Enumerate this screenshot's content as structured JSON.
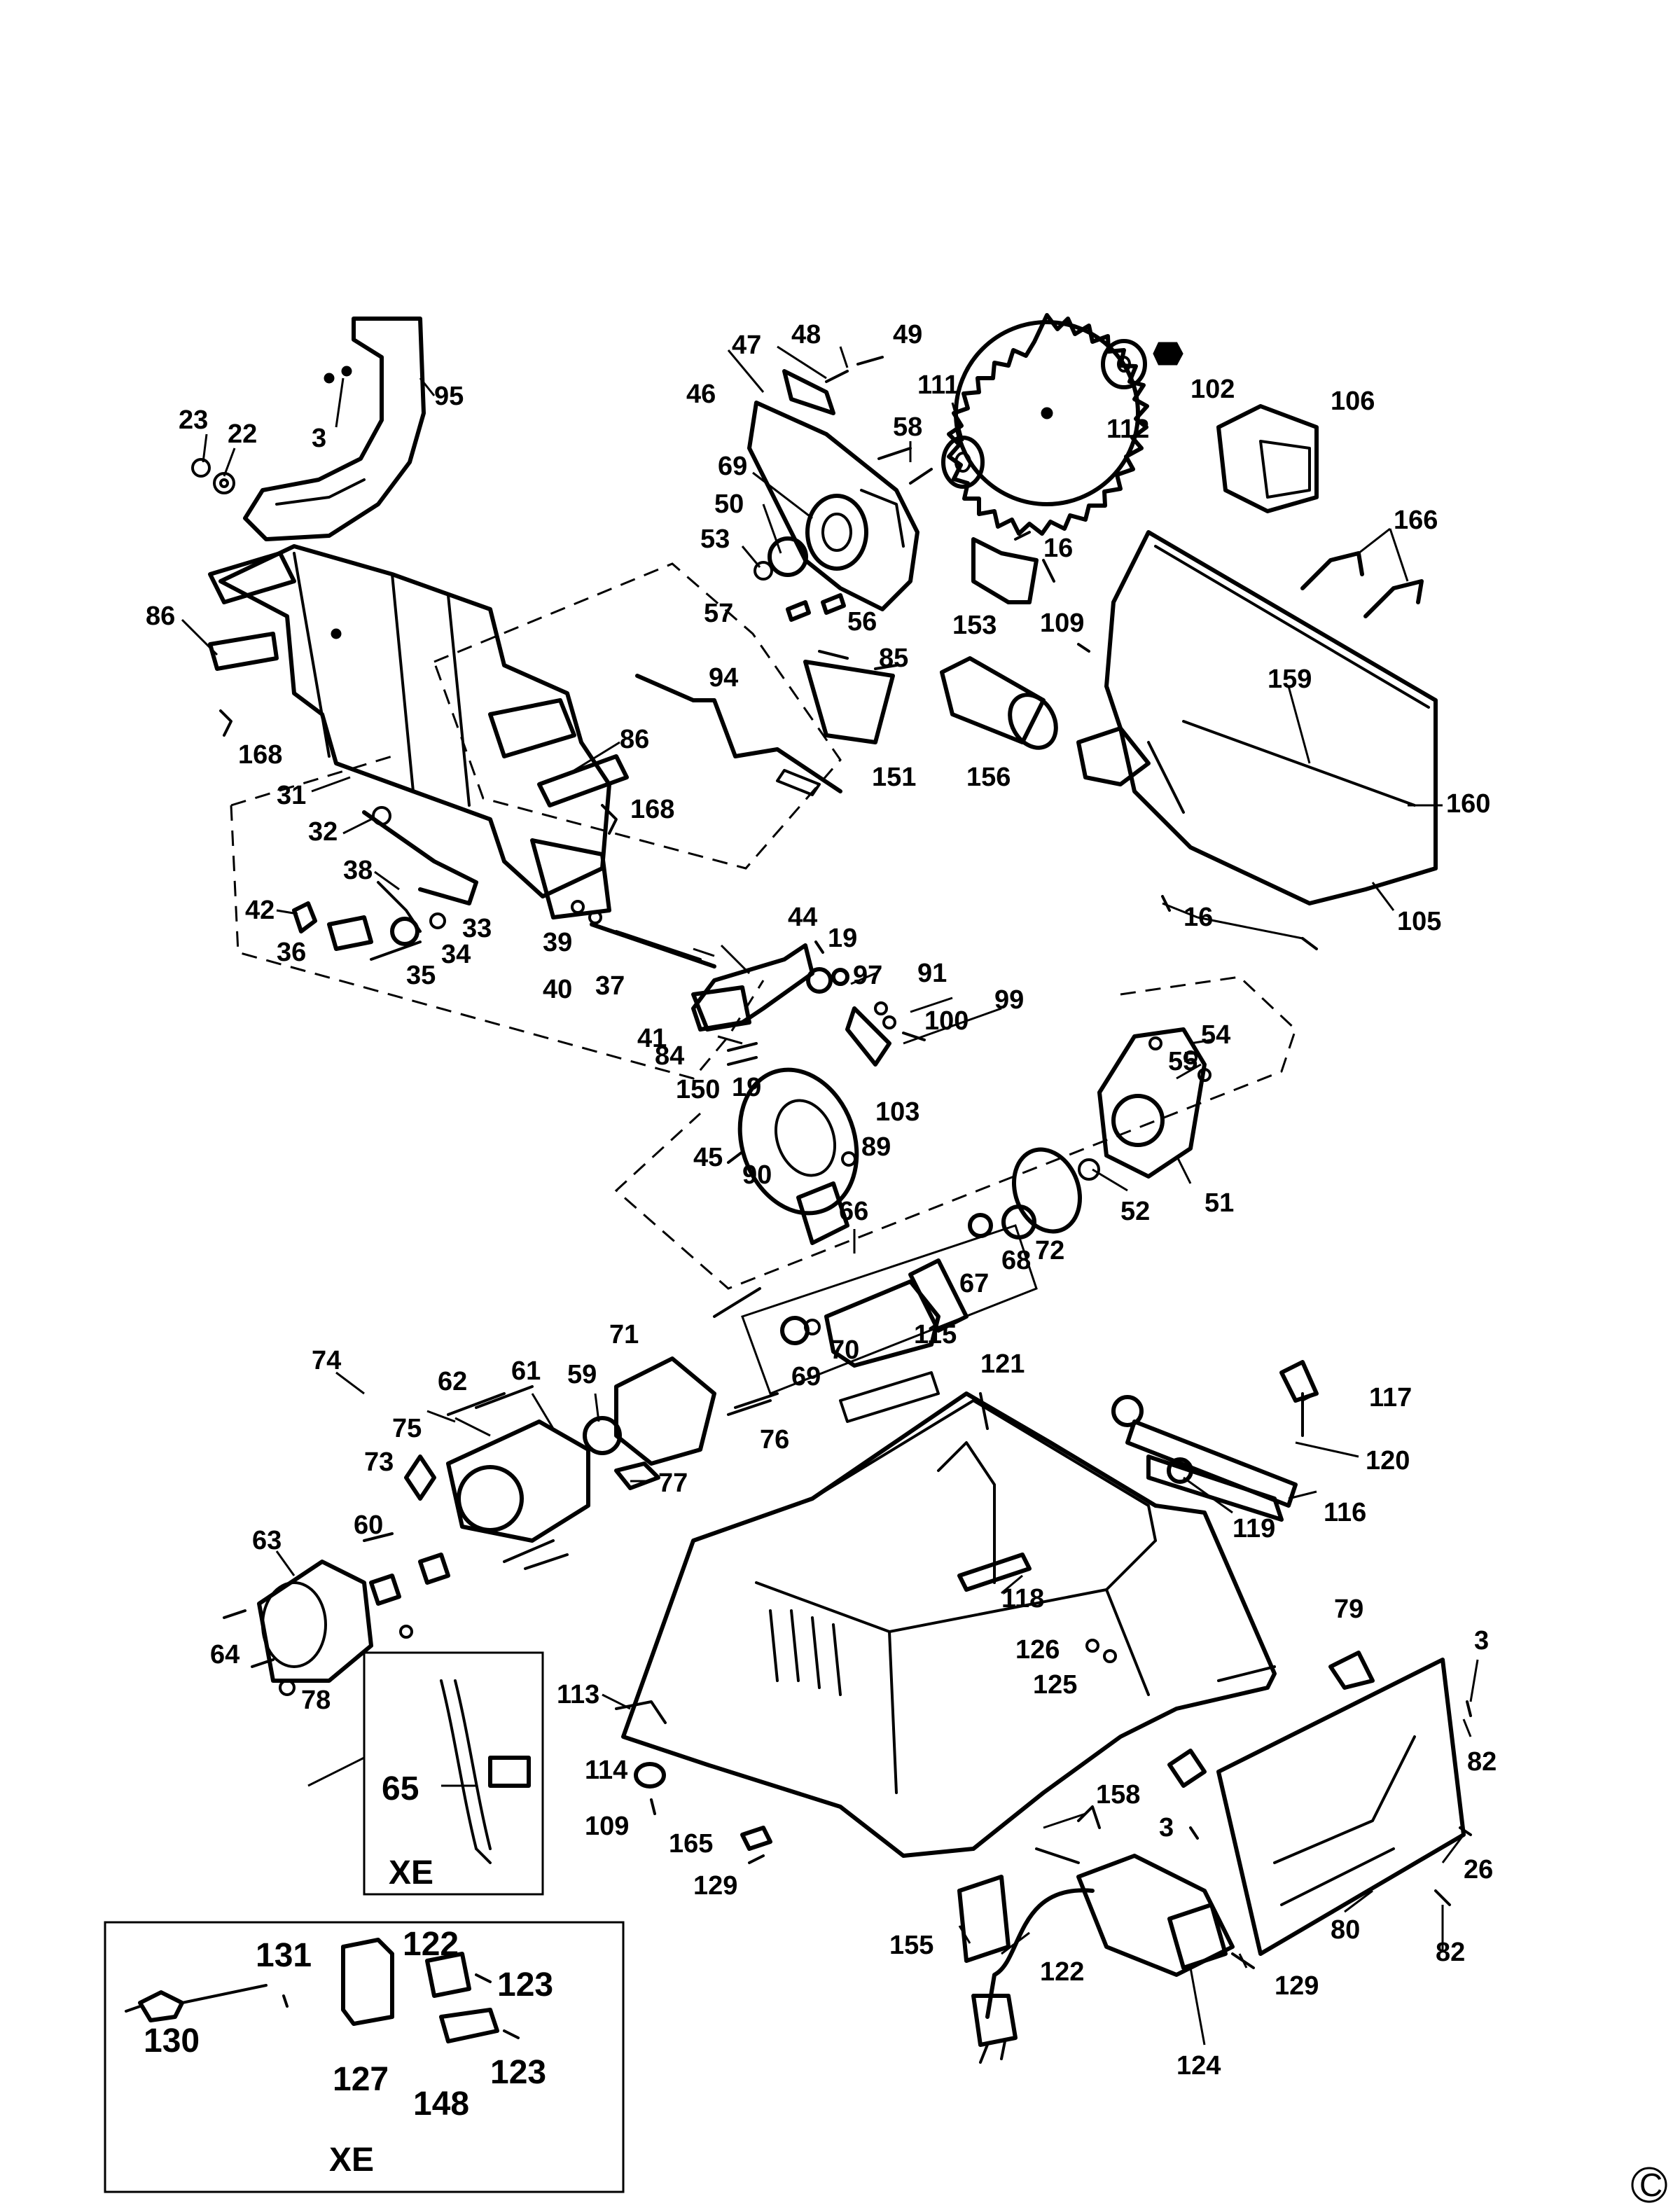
{
  "callouts": [
    {
      "id": "95",
      "label": "95"
    },
    {
      "id": "3a",
      "label": "3"
    },
    {
      "id": "23",
      "label": "23"
    },
    {
      "id": "22",
      "label": "22"
    },
    {
      "id": "86a",
      "label": "86"
    },
    {
      "id": "168a",
      "label": "168"
    },
    {
      "id": "31",
      "label": "31"
    },
    {
      "id": "86b",
      "label": "86"
    },
    {
      "id": "168b",
      "label": "168"
    },
    {
      "id": "32",
      "label": "32"
    },
    {
      "id": "38",
      "label": "38"
    },
    {
      "id": "42",
      "label": "42"
    },
    {
      "id": "33",
      "label": "33"
    },
    {
      "id": "36",
      "label": "36"
    },
    {
      "id": "35",
      "label": "35"
    },
    {
      "id": "34",
      "label": "34"
    },
    {
      "id": "39",
      "label": "39"
    },
    {
      "id": "40",
      "label": "40"
    },
    {
      "id": "37",
      "label": "37"
    },
    {
      "id": "41",
      "label": "41"
    },
    {
      "id": "44",
      "label": "44"
    },
    {
      "id": "19a",
      "label": "19"
    },
    {
      "id": "97",
      "label": "97"
    },
    {
      "id": "91",
      "label": "91"
    },
    {
      "id": "99",
      "label": "99"
    },
    {
      "id": "100",
      "label": "100"
    },
    {
      "id": "84",
      "label": "84"
    },
    {
      "id": "150",
      "label": "150"
    },
    {
      "id": "19b",
      "label": "19"
    },
    {
      "id": "103",
      "label": "103"
    },
    {
      "id": "89",
      "label": "89"
    },
    {
      "id": "45",
      "label": "45"
    },
    {
      "id": "90",
      "label": "90"
    },
    {
      "id": "47",
      "label": "47"
    },
    {
      "id": "48",
      "label": "48"
    },
    {
      "id": "49",
      "label": "49"
    },
    {
      "id": "46",
      "label": "46"
    },
    {
      "id": "58",
      "label": "58"
    },
    {
      "id": "69a",
      "label": "69"
    },
    {
      "id": "50",
      "label": "50"
    },
    {
      "id": "53",
      "label": "53"
    },
    {
      "id": "57",
      "label": "57"
    },
    {
      "id": "56",
      "label": "56"
    },
    {
      "id": "85",
      "label": "85"
    },
    {
      "id": "151",
      "label": "151"
    },
    {
      "id": "94",
      "label": "94"
    },
    {
      "id": "111",
      "label": "111"
    },
    {
      "id": "112",
      "label": "112"
    },
    {
      "id": "102",
      "label": "102"
    },
    {
      "id": "106",
      "label": "106"
    },
    {
      "id": "166",
      "label": "166"
    },
    {
      "id": "16a",
      "label": "16"
    },
    {
      "id": "153",
      "label": "153"
    },
    {
      "id": "109a",
      "label": "109"
    },
    {
      "id": "159",
      "label": "159"
    },
    {
      "id": "156",
      "label": "156"
    },
    {
      "id": "160",
      "label": "160"
    },
    {
      "id": "16b",
      "label": "16"
    },
    {
      "id": "105",
      "label": "105"
    },
    {
      "id": "54",
      "label": "54"
    },
    {
      "id": "55",
      "label": "55"
    },
    {
      "id": "52",
      "label": "52"
    },
    {
      "id": "51",
      "label": "51"
    },
    {
      "id": "72",
      "label": "72"
    },
    {
      "id": "66",
      "label": "66"
    },
    {
      "id": "67",
      "label": "67"
    },
    {
      "id": "68",
      "label": "68"
    },
    {
      "id": "69b",
      "label": "69"
    },
    {
      "id": "70",
      "label": "70"
    },
    {
      "id": "71",
      "label": "71"
    },
    {
      "id": "74",
      "label": "74"
    },
    {
      "id": "62",
      "label": "62"
    },
    {
      "id": "61",
      "label": "61"
    },
    {
      "id": "59",
      "label": "59"
    },
    {
      "id": "76",
      "label": "76"
    },
    {
      "id": "75",
      "label": "75"
    },
    {
      "id": "73",
      "label": "73"
    },
    {
      "id": "77",
      "label": "77"
    },
    {
      "id": "63",
      "label": "63"
    },
    {
      "id": "60",
      "label": "60"
    },
    {
      "id": "64",
      "label": "64"
    },
    {
      "id": "78",
      "label": "78"
    },
    {
      "id": "115",
      "label": "115"
    },
    {
      "id": "121",
      "label": "121"
    },
    {
      "id": "117",
      "label": "117"
    },
    {
      "id": "120",
      "label": "120"
    },
    {
      "id": "116",
      "label": "116"
    },
    {
      "id": "119",
      "label": "119"
    },
    {
      "id": "118",
      "label": "118"
    },
    {
      "id": "79",
      "label": "79"
    },
    {
      "id": "3b",
      "label": "3"
    },
    {
      "id": "126",
      "label": "126"
    },
    {
      "id": "125",
      "label": "125"
    },
    {
      "id": "113",
      "label": "113"
    },
    {
      "id": "82a",
      "label": "82"
    },
    {
      "id": "114",
      "label": "114"
    },
    {
      "id": "109b",
      "label": "109"
    },
    {
      "id": "158",
      "label": "158"
    },
    {
      "id": "3c",
      "label": "3"
    },
    {
      "id": "26",
      "label": "26"
    },
    {
      "id": "165",
      "label": "165"
    },
    {
      "id": "129a",
      "label": "129"
    },
    {
      "id": "155",
      "label": "155"
    },
    {
      "id": "122a",
      "label": "122"
    },
    {
      "id": "80",
      "label": "80"
    },
    {
      "id": "82b",
      "label": "82"
    },
    {
      "id": "129b",
      "label": "129"
    },
    {
      "id": "124",
      "label": "124"
    },
    {
      "id": "65",
      "label": "65"
    },
    {
      "id": "131",
      "label": "131"
    },
    {
      "id": "122b",
      "label": "122"
    },
    {
      "id": "123a",
      "label": "123"
    },
    {
      "id": "130",
      "label": "130"
    },
    {
      "id": "127",
      "label": "127"
    },
    {
      "id": "123b",
      "label": "123"
    },
    {
      "id": "148",
      "label": "148"
    }
  ],
  "insets": {
    "cord_label": "XE",
    "plug_label": "XE"
  },
  "copyright_mark": "C"
}
